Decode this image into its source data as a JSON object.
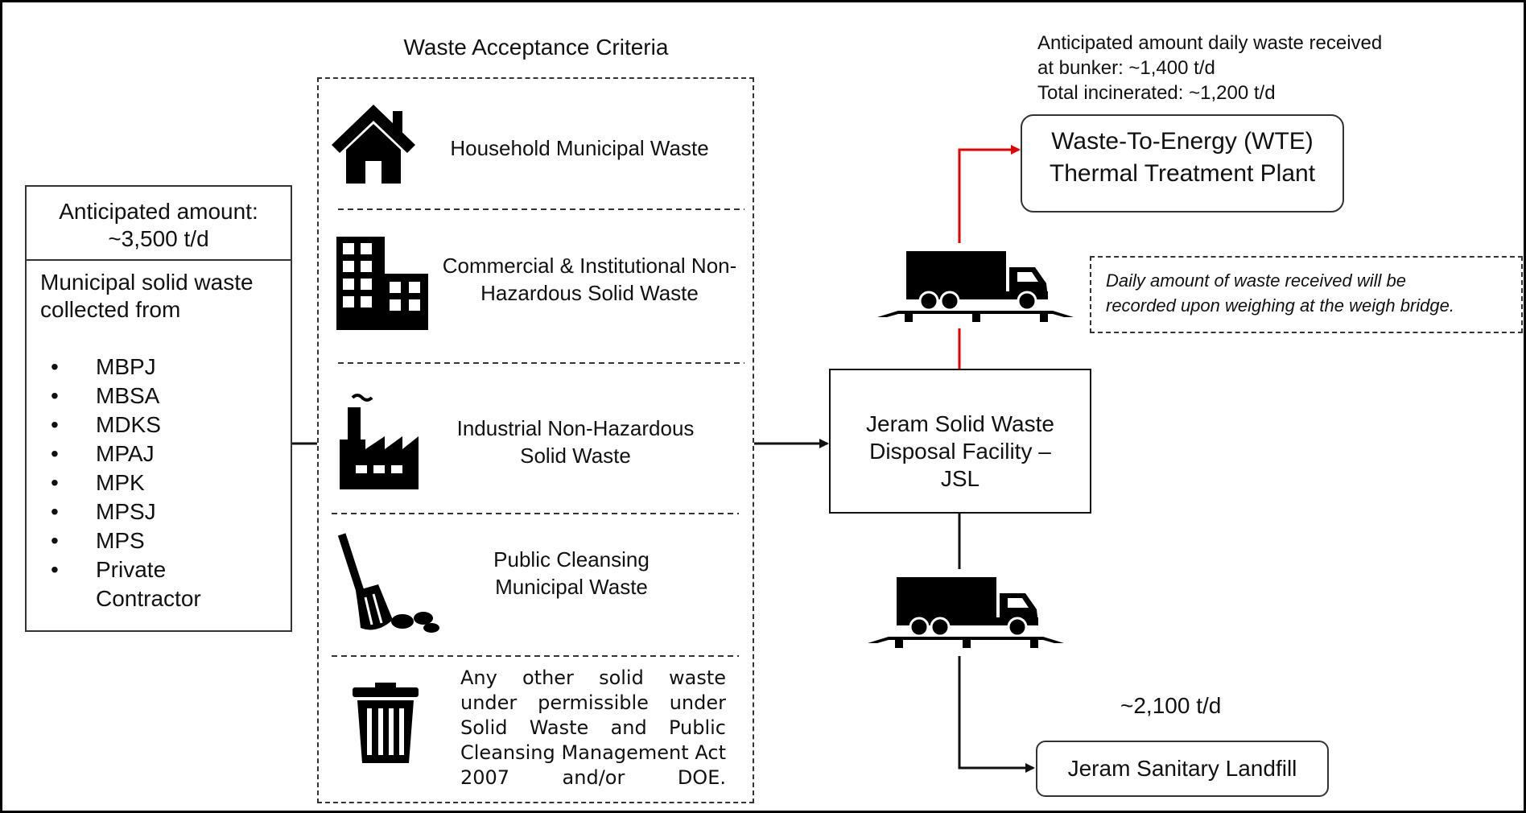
{
  "criteria": {
    "title": "Waste Acceptance Criteria",
    "categories": [
      {
        "label": "Household Municipal Waste",
        "icon": "house-icon"
      },
      {
        "label": "Commercial & Institutional Non-Hazardous Solid Waste",
        "icon": "office-building-icon"
      },
      {
        "label": "Industrial Non-Hazardous Solid Waste",
        "icon": "factory-icon"
      },
      {
        "label": "Public Cleansing Municipal Waste",
        "icon": "broom-icon"
      },
      {
        "label": "Any other solid waste under permissible under Solid Waste and Public Cleansing Management Act 2007 and/or DOE.",
        "icon": "trash-bin-icon"
      }
    ]
  },
  "source": {
    "amount_line1": "Anticipated amount:",
    "amount_line2": "~3,500 t/d",
    "desc_line1": "Municipal solid waste",
    "desc_line2": "collected from",
    "items": [
      "MBPJ",
      "MBSA",
      "MDKS",
      "MPAJ",
      "MPK",
      "MPSJ",
      "MPS",
      "Private Contractor"
    ]
  },
  "facility": {
    "line1": "Jeram Solid Waste",
    "line2": "Disposal Facility –",
    "line3": "JSL"
  },
  "wte": {
    "info_line1": "Anticipated amount daily waste received",
    "info_line2": "at bunker: ~1,400 t/d",
    "info_line3": "Total incinerated: ~1,200 t/d",
    "line1": "Waste-To-Energy (WTE)",
    "line2": "Thermal Treatment Plant"
  },
  "weighbridge_note": {
    "line1": "Daily amount of waste received will be",
    "line2": "recorded upon weighing at the weigh bridge."
  },
  "landfill": {
    "amount": "~2,100 t/d",
    "label": "Jeram Sanitary Landfill"
  },
  "colors": {
    "wte_flow": "#e60000",
    "line": "#111111"
  }
}
